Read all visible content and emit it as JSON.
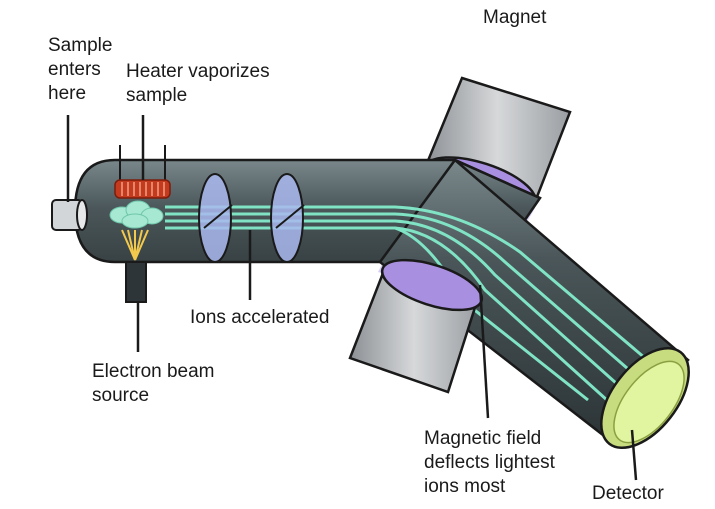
{
  "labels": {
    "magnet": "Magnet",
    "sample_enters": [
      "Sample",
      "enters",
      "here"
    ],
    "heater": [
      "Heater vaporizes",
      "sample"
    ],
    "ions_accelerated": "Ions accelerated",
    "electron_beam": [
      "Electron beam",
      "source"
    ],
    "magnetic_field": [
      "Magnetic field",
      "deflects lightest",
      "ions most"
    ],
    "detector": "Detector"
  },
  "colors": {
    "tube": "#3a4548",
    "tube_edge": "#1f2426",
    "ion_beam": "#7fe3c4",
    "plate": "#a9b9ee",
    "magnet_body": "#b9bcc0",
    "magnet_face": "#a98fe0",
    "field": "#9b7fe8",
    "heater_coil": "#c43a1e",
    "detector_face": "#e1f5a0"
  }
}
